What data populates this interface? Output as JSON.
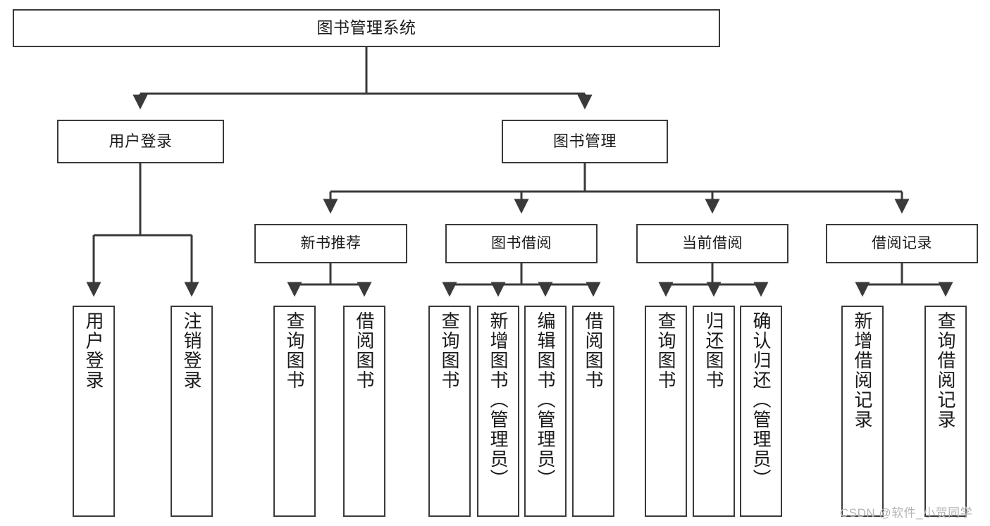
{
  "diagram": {
    "type": "tree-hierarchy",
    "title": "图书管理系统",
    "watermark": "CSDN @软件_小贺同学",
    "colors": {
      "stroke": "#3a3a3a",
      "fill": "#ffffff",
      "text": "#1a1a1a",
      "watermark": "#b4b4b4"
    },
    "nodes": {
      "root": {
        "label": "图书管理系统"
      },
      "level1": [
        {
          "id": "user-login",
          "label": "用户登录"
        },
        {
          "id": "book-manage",
          "label": "图书管理"
        }
      ],
      "level2": [
        {
          "id": "new-book-recommend",
          "label": "新书推荐"
        },
        {
          "id": "book-borrow",
          "label": "图书借阅"
        },
        {
          "id": "current-borrow",
          "label": "当前借阅"
        },
        {
          "id": "borrow-record",
          "label": "借阅记录"
        }
      ],
      "leaves": {
        "user-login": [
          {
            "id": "leaf-user-login",
            "label": "用户登录"
          },
          {
            "id": "leaf-logout-login",
            "label": "注销登录"
          }
        ],
        "new-book-recommend": [
          {
            "id": "leaf-query-book-1",
            "label": "查询图书"
          },
          {
            "id": "leaf-borrow-book-1",
            "label": "借阅图书"
          }
        ],
        "book-borrow": [
          {
            "id": "leaf-query-book-2",
            "label": "查询图书"
          },
          {
            "id": "leaf-add-book",
            "label": "新增图书（管理员）"
          },
          {
            "id": "leaf-edit-book",
            "label": "编辑图书（管理员）"
          },
          {
            "id": "leaf-borrow-book-2",
            "label": "借阅图书"
          }
        ],
        "current-borrow": [
          {
            "id": "leaf-query-book-3",
            "label": "查询图书"
          },
          {
            "id": "leaf-return-book",
            "label": "归还图书"
          },
          {
            "id": "leaf-confirm-return",
            "label": "确认归还（管理员）"
          }
        ],
        "borrow-record": [
          {
            "id": "leaf-add-record",
            "label": "新增借阅记录"
          },
          {
            "id": "leaf-query-record",
            "label": "查询借阅记录"
          }
        ]
      }
    }
  }
}
